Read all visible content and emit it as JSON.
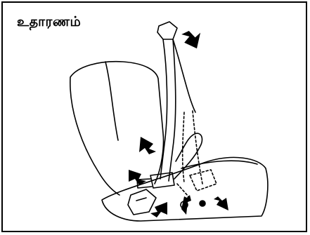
{
  "caption": "உதாரணம்",
  "colors": {
    "line": "#000000",
    "background": "#ffffff"
  },
  "illustration": {
    "subject": "seat-belt-with-guide-arrows",
    "arrow_count": 6
  }
}
